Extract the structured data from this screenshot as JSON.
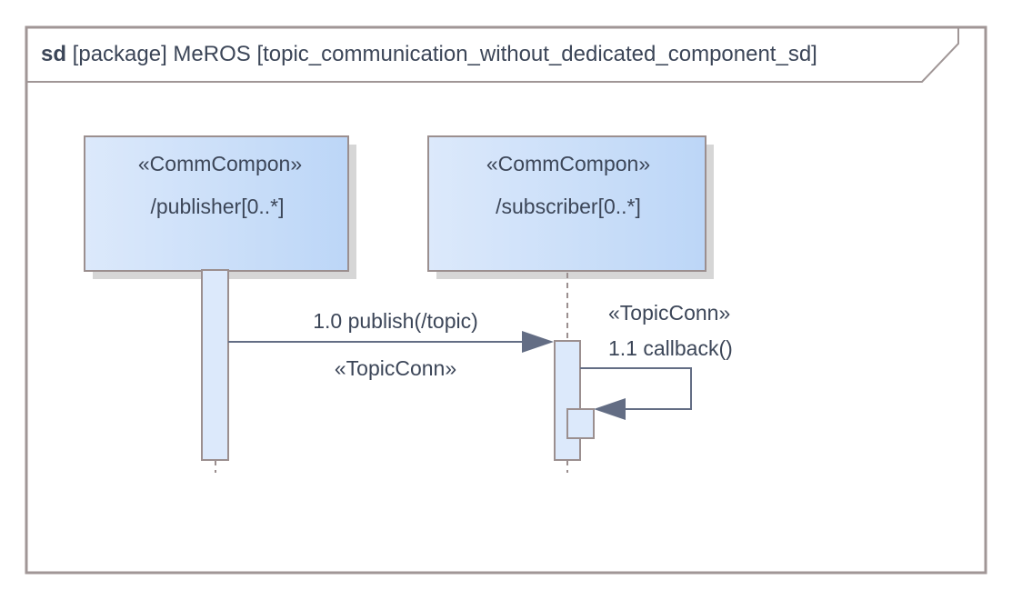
{
  "frame": {
    "keyword": "sd",
    "rest": " [package] MeROS [topic_communication_without_dedicated_component_sd]"
  },
  "lifelines": [
    {
      "stereotype": "«CommCompon»",
      "name": "/publisher[0..*]"
    },
    {
      "stereotype": "«CommCompon»",
      "name": "/subscriber[0..*]"
    }
  ],
  "messages": [
    {
      "label": "1.0 publish(/topic)",
      "stereotype": "«TopicConn»"
    },
    {
      "label": "1.1 callback()",
      "stereotype": "«TopicConn»"
    }
  ],
  "colors": {
    "frame": "#a09696",
    "box_border": "#9b8f8f",
    "box_fill_start": "#dce9fb",
    "box_fill_end": "#bcd6f7",
    "arrow": "#636d84",
    "text": "#3c4658"
  }
}
